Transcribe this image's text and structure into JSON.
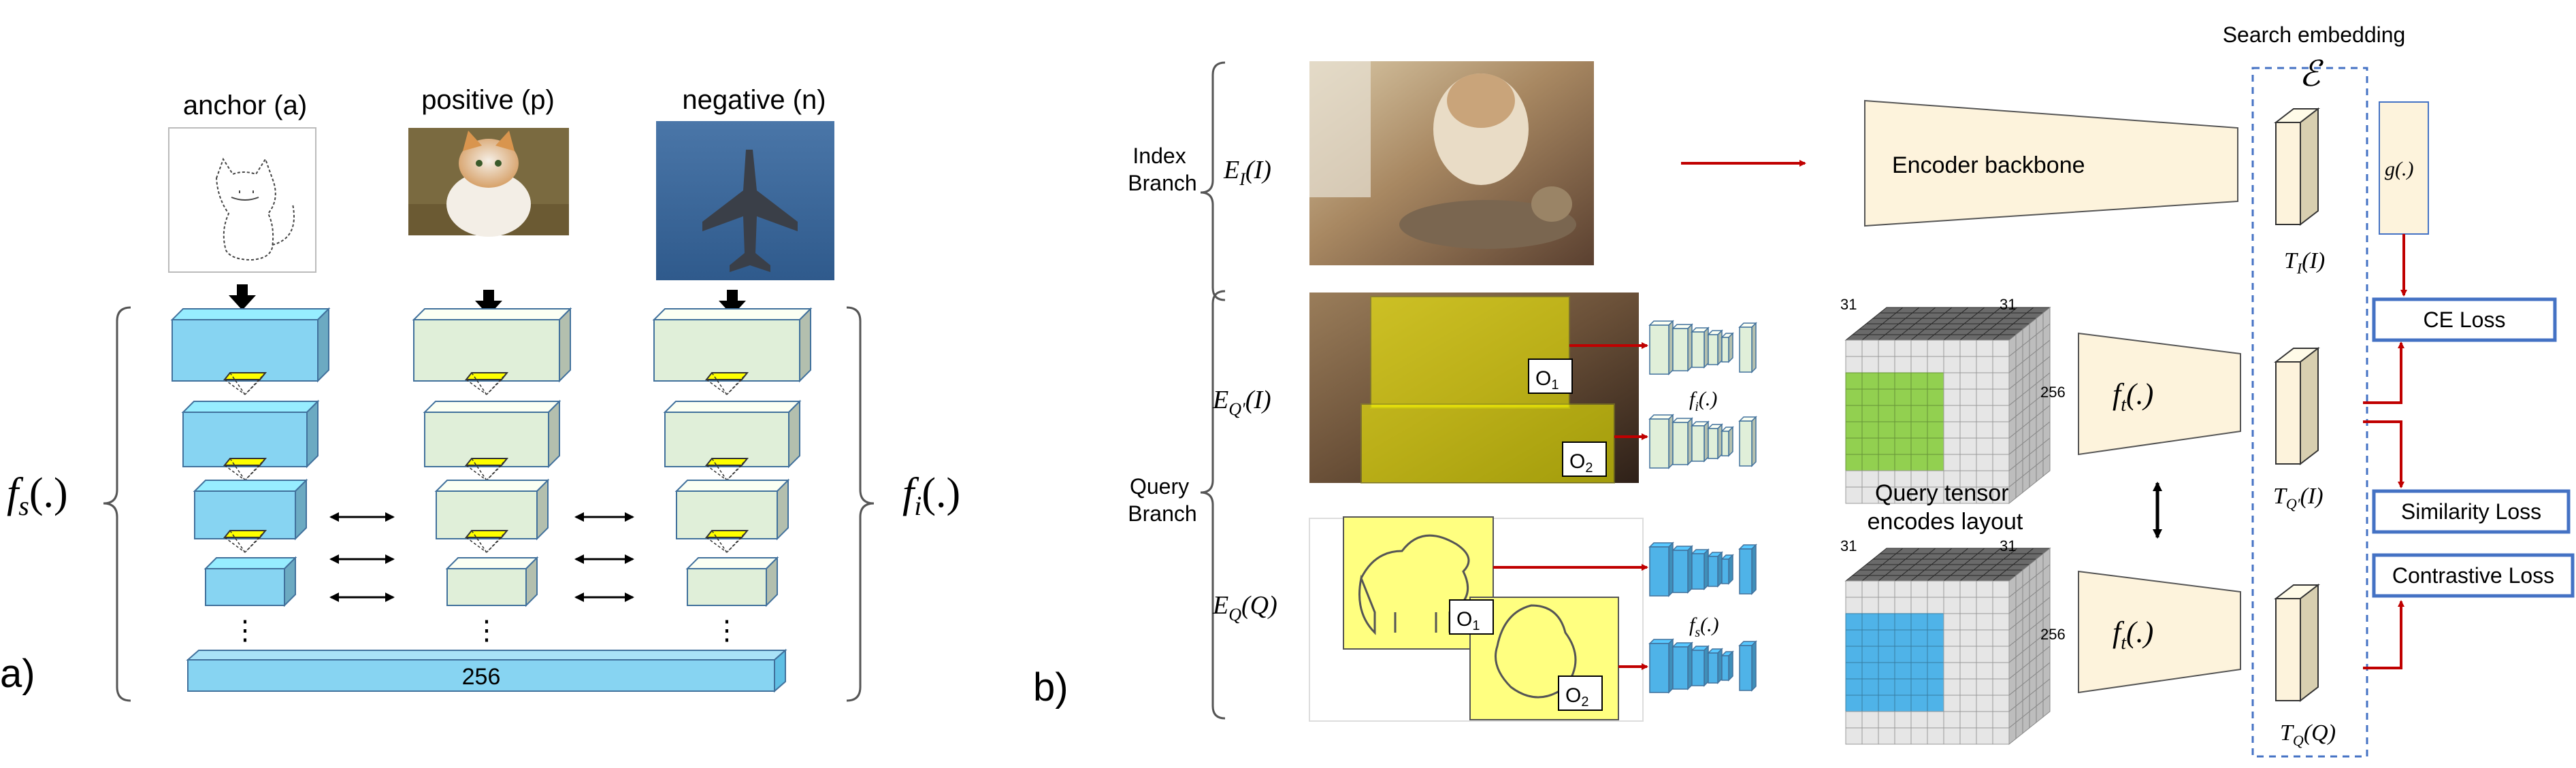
{
  "panel_a": {
    "panel_label": "a)",
    "anchor_label": "anchor (a)",
    "positive_label": "positive (p)",
    "negative_label": "negative (n)",
    "left_func": "f",
    "left_func_sub": "s",
    "left_func_arg": "(.)",
    "right_func": "f",
    "right_func_sub": "i",
    "right_func_arg": "(.)",
    "bottom_bar_label": "256",
    "dots": "⋮"
  },
  "panel_b": {
    "panel_label": "b)",
    "search_embedding_title": "Search embedding",
    "search_embedding_symbol": "ℰ",
    "index_branch": [
      "Index",
      "Branch"
    ],
    "query_branch": [
      "Query",
      "Branch"
    ],
    "e_i": {
      "base": "E",
      "sub": "I",
      "arg": "(I)"
    },
    "e_qp": {
      "base": "E",
      "sub": "Q′",
      "arg": "(I)"
    },
    "e_q": {
      "base": "E",
      "sub": "Q",
      "arg": "(Q)"
    },
    "encoder_backbone": "Encoder backbone",
    "g_label": "g(.)",
    "o1": "O",
    "o1_sub": "1",
    "o2": "O",
    "o2_sub": "2",
    "fi_small": {
      "base": "f",
      "sub": "i",
      "arg": "(.)"
    },
    "fs_small": {
      "base": "f",
      "sub": "s",
      "arg": "(.)"
    },
    "tensor_dim_31": "31",
    "tensor_dim_256": "256",
    "query_tensor_caption": [
      "Query tensor",
      "encodes layout"
    ],
    "ft": {
      "base": "f",
      "sub": "t",
      "arg": "(.)"
    },
    "t_i": {
      "base": "T",
      "sub": "I",
      "arg": "(I)"
    },
    "t_qp": {
      "base": "T",
      "sub": "Q′",
      "arg": "(I)"
    },
    "t_q": {
      "base": "T",
      "sub": "Q",
      "arg": "(Q)"
    },
    "ce_loss": "CE Loss",
    "similarity_loss": "Similarity Loss",
    "contrastive_loss": "Contrastive Loss"
  },
  "colors": {
    "blue_block": "#87d4f2",
    "green_block": "#e0efd9",
    "block_stroke": "#41719c",
    "yellow": "#ffff00",
    "cream": "#fdf3dc",
    "loss_border": "#4472c4",
    "arrow_red": "#c00000",
    "cube_green": "#92d050",
    "cube_blue": "#4fb3e8"
  }
}
